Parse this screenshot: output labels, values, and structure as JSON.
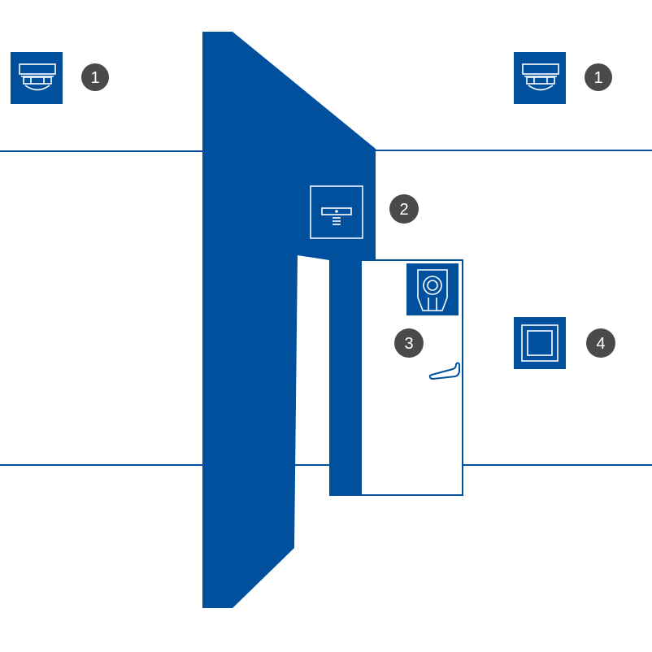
{
  "colors": {
    "primary": "#00509E",
    "badge": "#4A4A4A",
    "background": "#FFFFFF"
  },
  "callouts": [
    {
      "id": "smoke-detector-left",
      "number": "1",
      "icon": "smoke-detector-icon"
    },
    {
      "id": "smoke-detector-right",
      "number": "1",
      "icon": "smoke-detector-icon"
    },
    {
      "id": "door-hold-magnet",
      "number": "2",
      "icon": "door-hold-magnet-icon"
    },
    {
      "id": "door-closer",
      "number": "3",
      "icon": "door-closer-icon"
    },
    {
      "id": "release-button",
      "number": "4",
      "icon": "release-button-icon"
    }
  ]
}
